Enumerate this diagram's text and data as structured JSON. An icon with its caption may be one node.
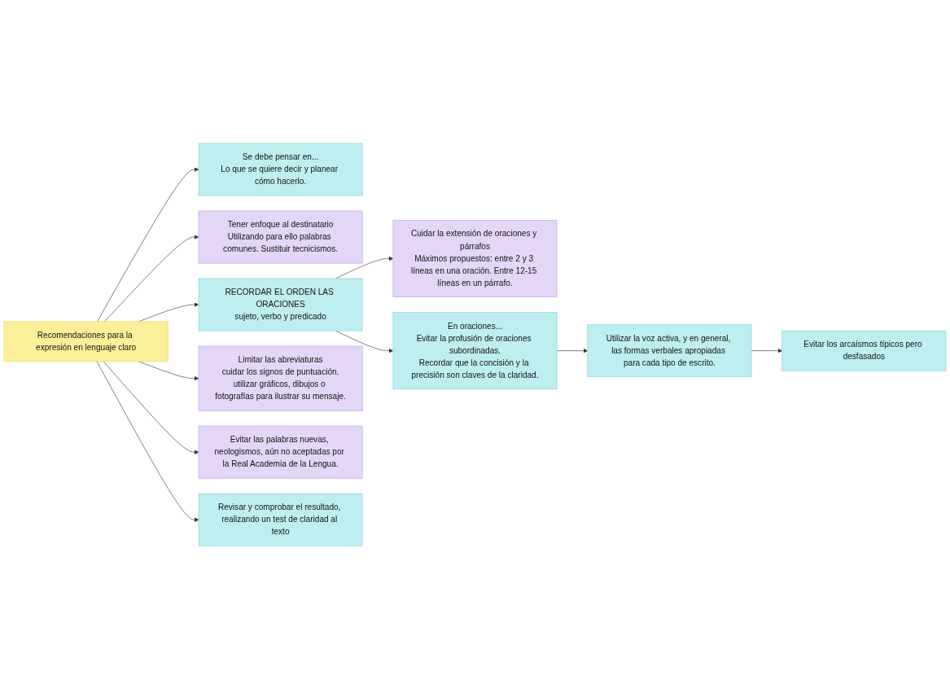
{
  "diagram": {
    "nodes": [
      {
        "text": [
          "Recomendaciones para la expresión en lenguaje claro"
        ]
      },
      {
        "text": [
          "Se debe pensar en...",
          "Lo que se quiere decir y planear cómo hacerlo."
        ]
      },
      {
        "text": [
          "Tener enfoque al destinatario",
          "Utilizando para ello palabras comunes. Sustituir tecnicismos."
        ]
      },
      {
        "text": [
          "RECORDAR EL ORDEN LAS ORACIONES",
          "sujeto, verbo y predicado"
        ]
      },
      {
        "text": [
          "Cuidar la extensión de oraciones y párrafos",
          "Máximos propuestos: entre 2 y 3 líneas en una oración. Entre 12-15 líneas en un párrafo."
        ]
      },
      {
        "text": [
          "En oraciones...",
          "Evitar la profusión de oraciones subordinadas.",
          "Recordar que la concisión y la precisión son claves de la claridad."
        ]
      },
      {
        "text": [
          "Limitar las abreviaturas",
          "cuidar los signos de puntuación.",
          "utilizar gráficos, dibujos o fotografías para ilustrar su mensaje."
        ]
      },
      {
        "text": [
          "Utilizar la voz activa, y en general, las formas verbales apropiadas para cada tipo de escrito."
        ]
      },
      {
        "text": [
          "Evitar las palabras nuevas, neologismos, aún no aceptadas por la Real Academia de la Lengua."
        ]
      },
      {
        "text": [
          "Evitar los arcaísmos típicos pero desfasados"
        ]
      },
      {
        "text": [
          "Revisar y comprobar el resultado, realizando un test de claridad al texto"
        ]
      }
    ],
    "edges": [
      {
        "from": 0,
        "to": 1,
        "arrow": "to"
      },
      {
        "from": 0,
        "to": 2,
        "arrow": "to"
      },
      {
        "from": 0,
        "to": 3,
        "arrow": "to"
      },
      {
        "from": 3,
        "to": 4,
        "arrow": "to"
      },
      {
        "from": 3,
        "to": 5,
        "arrow": "to"
      },
      {
        "from": 0,
        "to": 6,
        "arrow": "to"
      },
      {
        "from": 5,
        "to": 7,
        "arrow": "to"
      },
      {
        "from": 0,
        "to": 8,
        "arrow": "to"
      },
      {
        "from": 7,
        "to": 9,
        "arrow": "to"
      },
      {
        "from": 0,
        "to": 10,
        "arrow": "to"
      }
    ]
  }
}
